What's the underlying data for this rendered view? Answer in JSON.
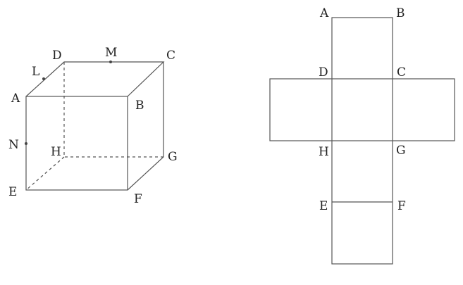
{
  "cube": {
    "labels": {
      "A": "A",
      "B": "B",
      "C": "C",
      "D": "D",
      "E": "E",
      "F": "F",
      "G": "G",
      "H": "H",
      "L": "L",
      "M": "M",
      "N": "N"
    }
  },
  "net": {
    "labels": {
      "A": "A",
      "B": "B",
      "C": "C",
      "D": "D",
      "E": "E",
      "F": "F",
      "G": "G",
      "H": "H"
    }
  }
}
